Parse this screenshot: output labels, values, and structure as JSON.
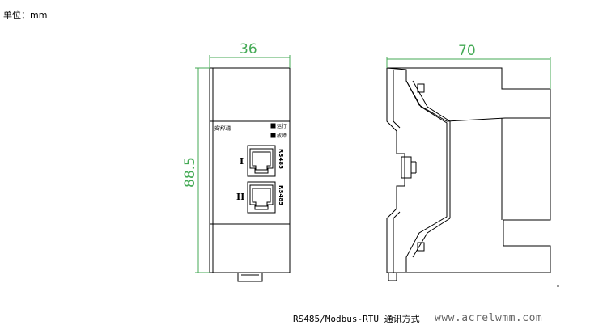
{
  "unit": "单位：mm",
  "dimensions": {
    "front_width": "36",
    "front_height": "88.5",
    "side_width": "70"
  },
  "front_panel": {
    "brand": "安科瑞",
    "indicator_1": "运行",
    "indicator_2": "故障",
    "port_1_numeral": "I",
    "port_2_numeral": "II",
    "port_1_label": "RS485",
    "port_2_label": "RS485"
  },
  "caption": "RS485/Modbus-RTU 通讯方式",
  "website": "www.acrelwmm.com",
  "colors": {
    "dimension": "#44aa55",
    "outline": "#000000"
  }
}
